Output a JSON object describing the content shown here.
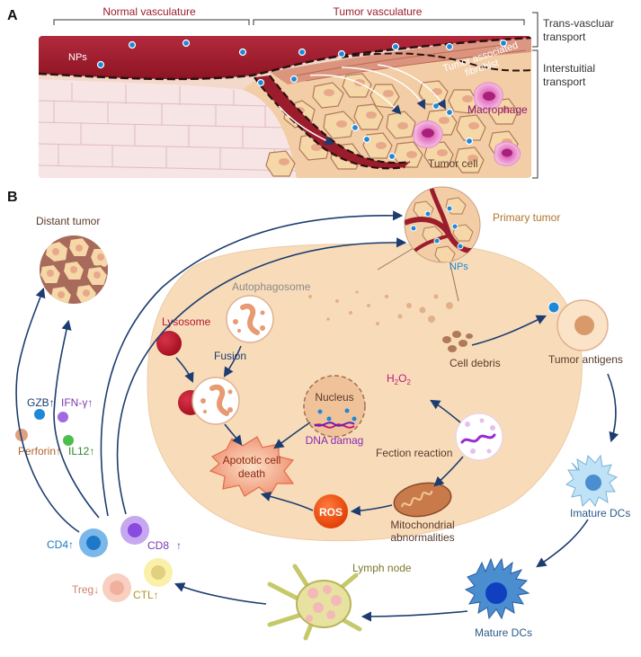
{
  "panelA": {
    "letter": "A",
    "normal_vasculature": "Normal vasculature",
    "tumor_vasculature": "Tumor vasculature",
    "nps": "NPs",
    "taf_line1": "Tumor associated",
    "taf_line2": "fibroblst",
    "macrophage": "Macrophage",
    "tumor_cell": "Tumor cell",
    "trans_line1": "Trans-vascluar",
    "trans_line2": "transport",
    "inter_line1": "Interstuitial",
    "inter_line2": "transport"
  },
  "panelB": {
    "letter": "B",
    "distant_tumor": "Distant tumor",
    "primary_tumor": "Primary tumor",
    "nps": "NPs",
    "autophagosome": "Autophagosome",
    "lysosome": "Lysosome",
    "fusion": "Fusion",
    "nucleus": "Nucleus",
    "dna_damage": "DNA damag",
    "h2o2_h": "H",
    "h2o2_sub1": "2",
    "h2o2_o": "O",
    "h2o2_sub2": "2",
    "cell_debris": "Cell debris",
    "fection_reaction": "Fection reaction",
    "apoptotic_line1": "Apototic cell",
    "apoptotic_line2": "death",
    "ros": "ROS",
    "mito_line1": "Mitochondrial",
    "mito_line2": "abnormalities",
    "tumor_antigens": "Tumor antigens",
    "imature_dcs": "Imature DCs",
    "mature_dcs": "Mature DCs",
    "lymph_node": "Lymph node",
    "gzb": "GZB↑",
    "ifn": "IFN-γ↑",
    "perforin": "Perforin↑",
    "il12": "IL12↑",
    "cd4": "CD4↑",
    "cd8": "CD8",
    "cd8_arrow": "↑",
    "treg": "Treg↓",
    "ctl": "CTL↑"
  },
  "colors": {
    "vessel": "#9b1d2c",
    "np_dot": "#1e88d8",
    "tumor_cell": "#f6d7a8",
    "cell_border": "#b07a5a",
    "big_cell": "#f8dcba",
    "ros": "#f24d0b",
    "arrow": "#1d3d70",
    "macrophage": "#c93a9c",
    "normal_tissue": "#f7e4e4"
  }
}
